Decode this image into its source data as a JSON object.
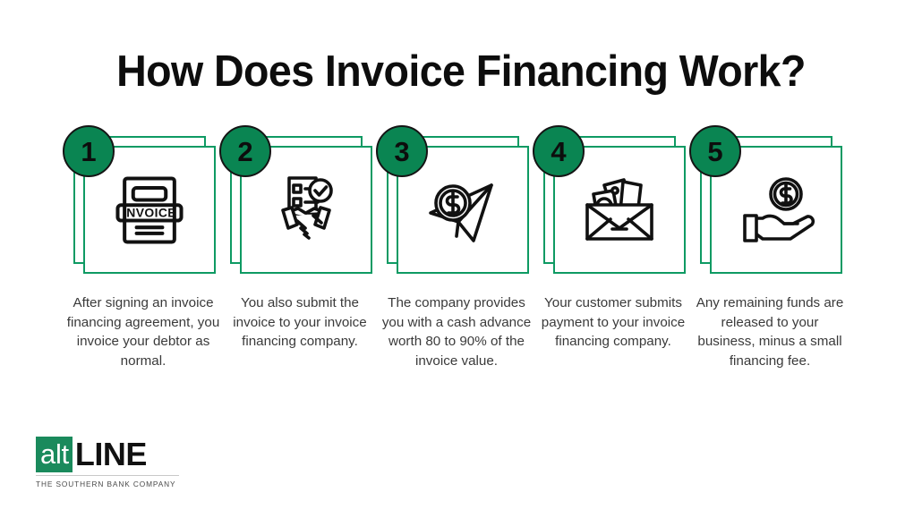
{
  "header": {
    "title": "How Does Invoice Financing Work?"
  },
  "theme": {
    "accent_green": "#0a8552",
    "frame_green": "#0e9a63",
    "logo_green": "#1a8a5c",
    "text_dark": "#0d0d0d",
    "caption_gray": "#3a3a3a",
    "background": "#ffffff"
  },
  "steps": [
    {
      "number": "1",
      "icon": "invoice-document-icon",
      "caption": "After signing an invoice financing agreement, you invoice your debtor as normal."
    },
    {
      "number": "2",
      "icon": "handshake-checklist-icon",
      "caption": "You also submit the invoice to your invoice financing company."
    },
    {
      "number": "3",
      "icon": "dollar-coin-paper-plane-icon",
      "caption": "The company provides you with a cash advance worth 80 to 90% of the invoice value."
    },
    {
      "number": "4",
      "icon": "envelope-cash-icon",
      "caption": "Your customer submits payment to your invoice financing company."
    },
    {
      "number": "5",
      "icon": "hand-holding-coin-icon",
      "caption": "Any remaining funds are released to your business, minus a small financing fee."
    }
  ],
  "logo": {
    "mark_text": "alt",
    "name_text": "LINE",
    "tagline": "THE SOUTHERN BANK COMPANY"
  }
}
